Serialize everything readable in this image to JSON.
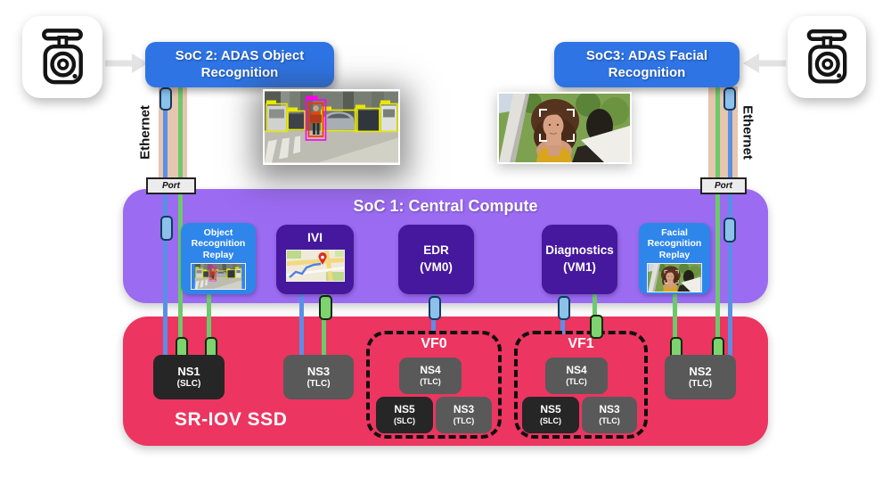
{
  "colors": {
    "soc_blue": "#2e74e5",
    "replay_blue": "#2e86ea",
    "central_purple": "#9b6bf2",
    "vm_purple": "#45189d",
    "ssd_red": "#ec3560",
    "ns_dark": "#262626",
    "ns_gray": "#595959",
    "line_blue": "#5b8fe6",
    "line_green": "#6cc96c",
    "pill_blue": "#8cc1ea",
    "pill_green": "#7ed36f",
    "ethernet_tan": "#e6c6ae"
  },
  "cameras": {
    "left_icon": "dashcam-icon",
    "right_icon": "dashcam-icon"
  },
  "soc2": {
    "label": "SoC 2: ADAS Object\nRecognition"
  },
  "soc3": {
    "label": "SoC3: ADAS Facial\nRecognition"
  },
  "ethernet": {
    "left_label": "Ethernet",
    "right_label": "Ethernet",
    "port_left": "Port",
    "port_right": "Port"
  },
  "soc1": {
    "title": "SoC 1: Central Compute",
    "object_recognition_replay": "Object\nRecognition\nReplay",
    "ivi": "IVI",
    "edr": "EDR\n(VM0)",
    "diagnostics": "Diagnostics\n(VM1)",
    "facial_recognition_replay": "Facial\nRecognition\nReplay"
  },
  "ssd": {
    "title": "SR-IOV SSD",
    "ns1": {
      "name": "NS1",
      "type": "(SLC)"
    },
    "ns3_left": {
      "name": "NS3",
      "type": "(TLC)"
    },
    "vf0": {
      "label": "VF0",
      "ns4": {
        "name": "NS4",
        "type": "(TLC)"
      },
      "ns5": {
        "name": "NS5",
        "type": "(SLC)"
      },
      "ns3": {
        "name": "NS3",
        "type": "(TLC)"
      }
    },
    "vf1": {
      "label": "VF1",
      "ns4": {
        "name": "NS4",
        "type": "(TLC)"
      },
      "ns5": {
        "name": "NS5",
        "type": "(SLC)"
      },
      "ns3": {
        "name": "NS3",
        "type": "(TLC)"
      }
    },
    "ns2": {
      "name": "NS2",
      "type": "(TLC)"
    }
  }
}
